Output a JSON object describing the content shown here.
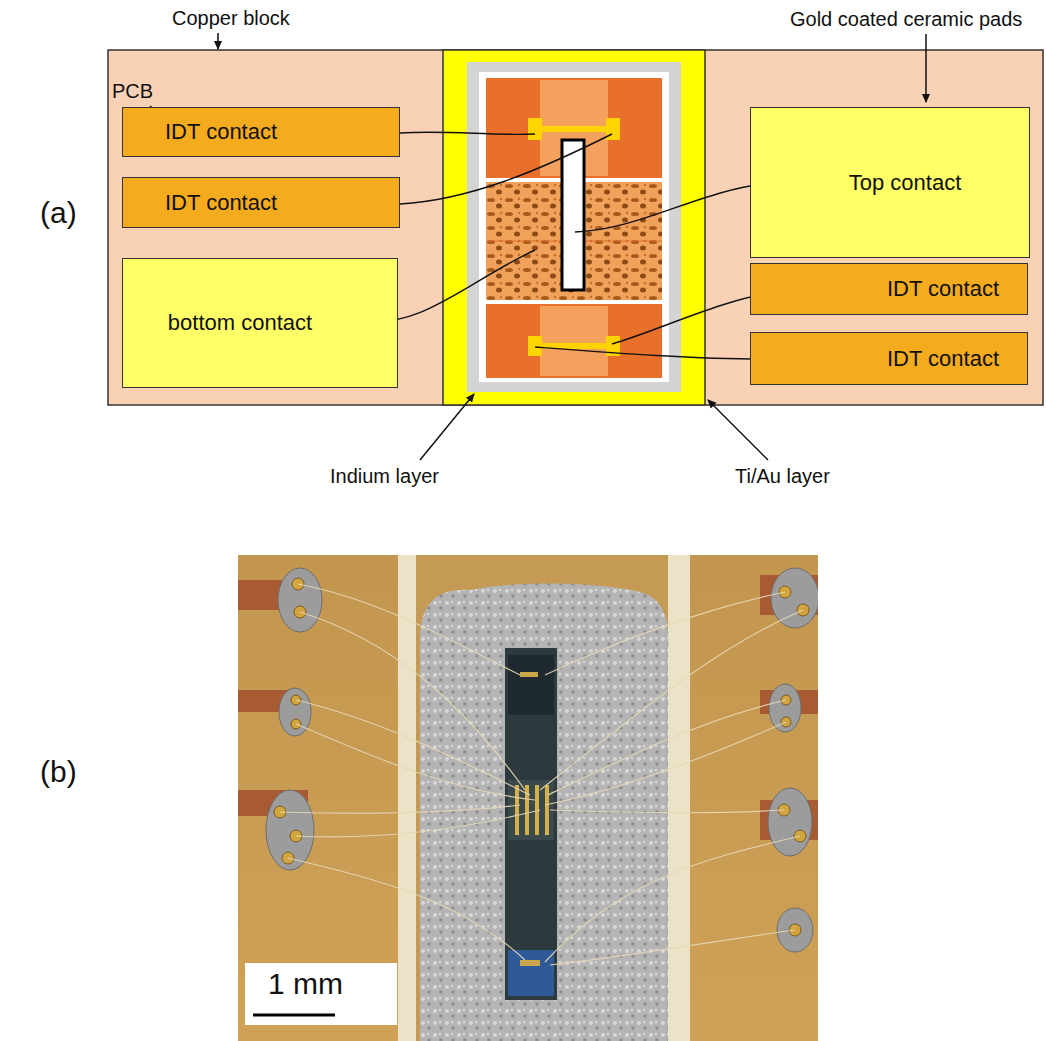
{
  "diagram": {
    "nodes": [
      {
        "text": [
          "IDT contact"
        ]
      },
      {
        "text": [
          "IDT contact"
        ]
      },
      {
        "text": [
          "bottom contact"
        ]
      },
      {
        "text": [
          "Top contact"
        ]
      },
      {
        "text": [
          "IDT contact"
        ]
      },
      {
        "text": [
          "IDT contact"
        ]
      }
    ],
    "labels": [
      "Copper block",
      "PCB",
      "Gold coated ceramic pads",
      "(a)",
      "Indium layer",
      "Ti/Au layer",
      "(b)",
      "1 mm"
    ]
  }
}
